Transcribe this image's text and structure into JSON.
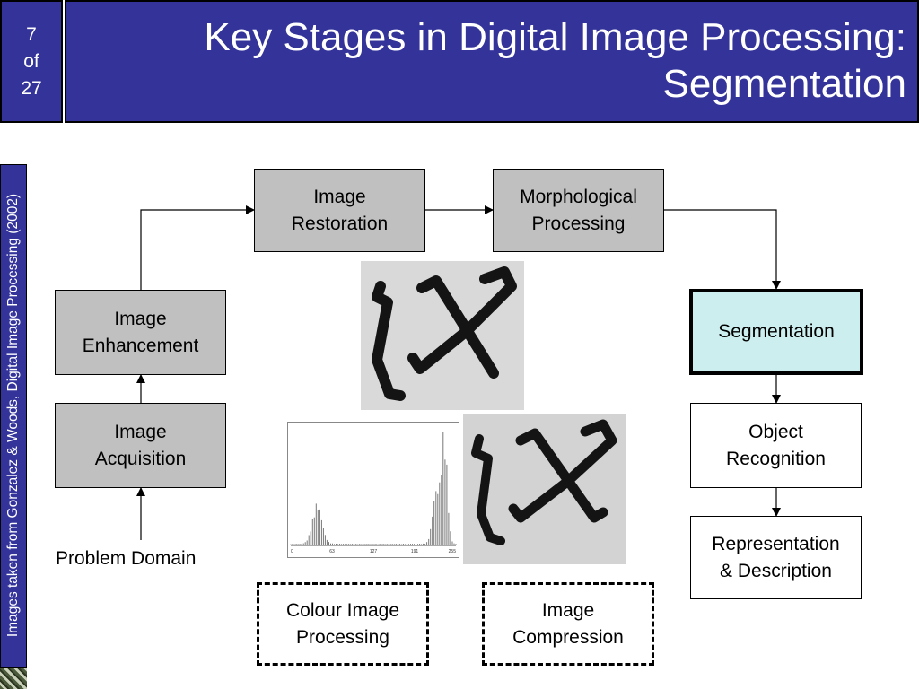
{
  "slide_counter": {
    "line1": "7",
    "line2": "of",
    "line3": "27"
  },
  "title": {
    "line1": "Key Stages in Digital Image Processing:",
    "line2": "Segmentation"
  },
  "side_credit": "Images taken from Gonzalez & Woods, Digital Image Processing (2002)",
  "colors": {
    "title_bar": "#333399",
    "process_box": "#c0c0c0",
    "segmentation_box": "#cceeee"
  },
  "stages": {
    "restoration": {
      "line1": "Image",
      "line2": "Restoration"
    },
    "morphological": {
      "line1": "Morphological",
      "line2": "Processing"
    },
    "enhancement": {
      "line1": "Image",
      "line2": "Enhancement"
    },
    "segmentation": {
      "line1": "Segmentation"
    },
    "acquisition": {
      "line1": "Image",
      "line2": "Acquisition"
    },
    "object_recognition": {
      "line1": "Object",
      "line2": "Recognition"
    },
    "representation": {
      "line1": "Representation",
      "line2": "& Description"
    },
    "colour": {
      "line1": "Colour Image",
      "line2": "Processing"
    },
    "compression": {
      "line1": "Image",
      "line2": "Compression"
    }
  },
  "problem_domain": "Problem Domain",
  "histogram": {
    "tick_labels": [
      "0",
      "63",
      "127",
      "191",
      "255"
    ]
  }
}
